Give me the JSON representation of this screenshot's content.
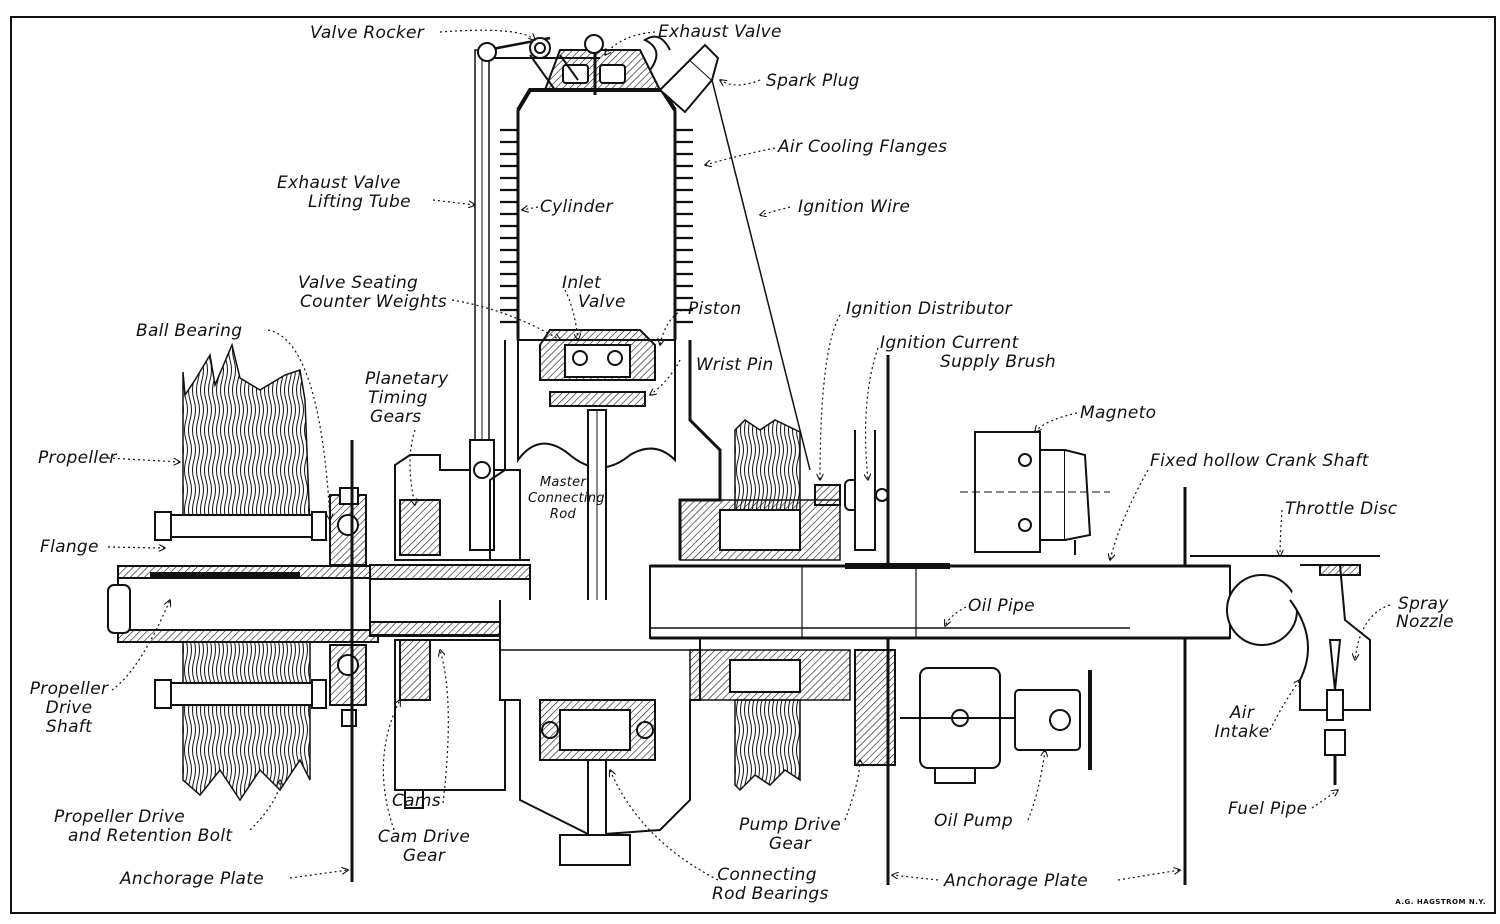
{
  "diagram": {
    "subject": "Rotary engine sectional view",
    "labels": {
      "valve_rocker": "Valve Rocker",
      "exhaust_valve": "Exhaust Valve",
      "spark_plug": "Spark Plug",
      "air_cooling_flanges": "Air Cooling Flanges",
      "exhaust_valve_lifting_tube_1": "Exhaust Valve",
      "exhaust_valve_lifting_tube_2": "Lifting Tube",
      "cylinder": "Cylinder",
      "ignition_wire": "Ignition Wire",
      "valve_seating_1": "Valve Seating",
      "valve_seating_2": "Counter Weights",
      "inlet_valve_1": "Inlet",
      "inlet_valve_2": "Valve",
      "piston": "Piston",
      "ignition_distributor": "Ignition Distributor",
      "ignition_current_1": "Ignition Current",
      "ignition_current_2": "Supply Brush",
      "ball_bearing": "Ball Bearing",
      "wrist_pin": "Wrist Pin",
      "planetary_1": "Planetary",
      "planetary_2": "Timing",
      "planetary_3": "Gears",
      "magneto": "Magneto",
      "propeller": "Propeller",
      "fixed_crank_shaft": "Fixed hollow Crank Shaft",
      "master_rod_1": "Master",
      "master_rod_2": "Connecting",
      "master_rod_3": "Rod",
      "throttle_disc": "Throttle Disc",
      "flange": "Flange",
      "oil_pipe": "Oil Pipe",
      "spray_nozzle_1": "Spray",
      "spray_nozzle_2": "Nozzle",
      "propeller_drive_shaft_1": "Propeller",
      "propeller_drive_shaft_2": "Drive",
      "propeller_drive_shaft_3": "Shaft",
      "air_intake_1": "Air",
      "air_intake_2": "Intake",
      "cams": "Cams",
      "propeller_bolt_1": "Propeller Drive",
      "propeller_bolt_2": "and Retention Bolt",
      "cam_drive_gear_1": "Cam Drive",
      "cam_drive_gear_2": "Gear",
      "pump_drive_gear_1": "Pump Drive",
      "pump_drive_gear_2": "Gear",
      "oil_pump": "Oil Pump",
      "fuel_pipe": "Fuel Pipe",
      "connecting_rod_bearings_1": "Connecting",
      "connecting_rod_bearings_2": "Rod Bearings",
      "anchorage_plate_left": "Anchorage Plate",
      "anchorage_plate_right": "Anchorage Plate"
    },
    "credit": "A.G. HAGSTROM N.Y."
  }
}
